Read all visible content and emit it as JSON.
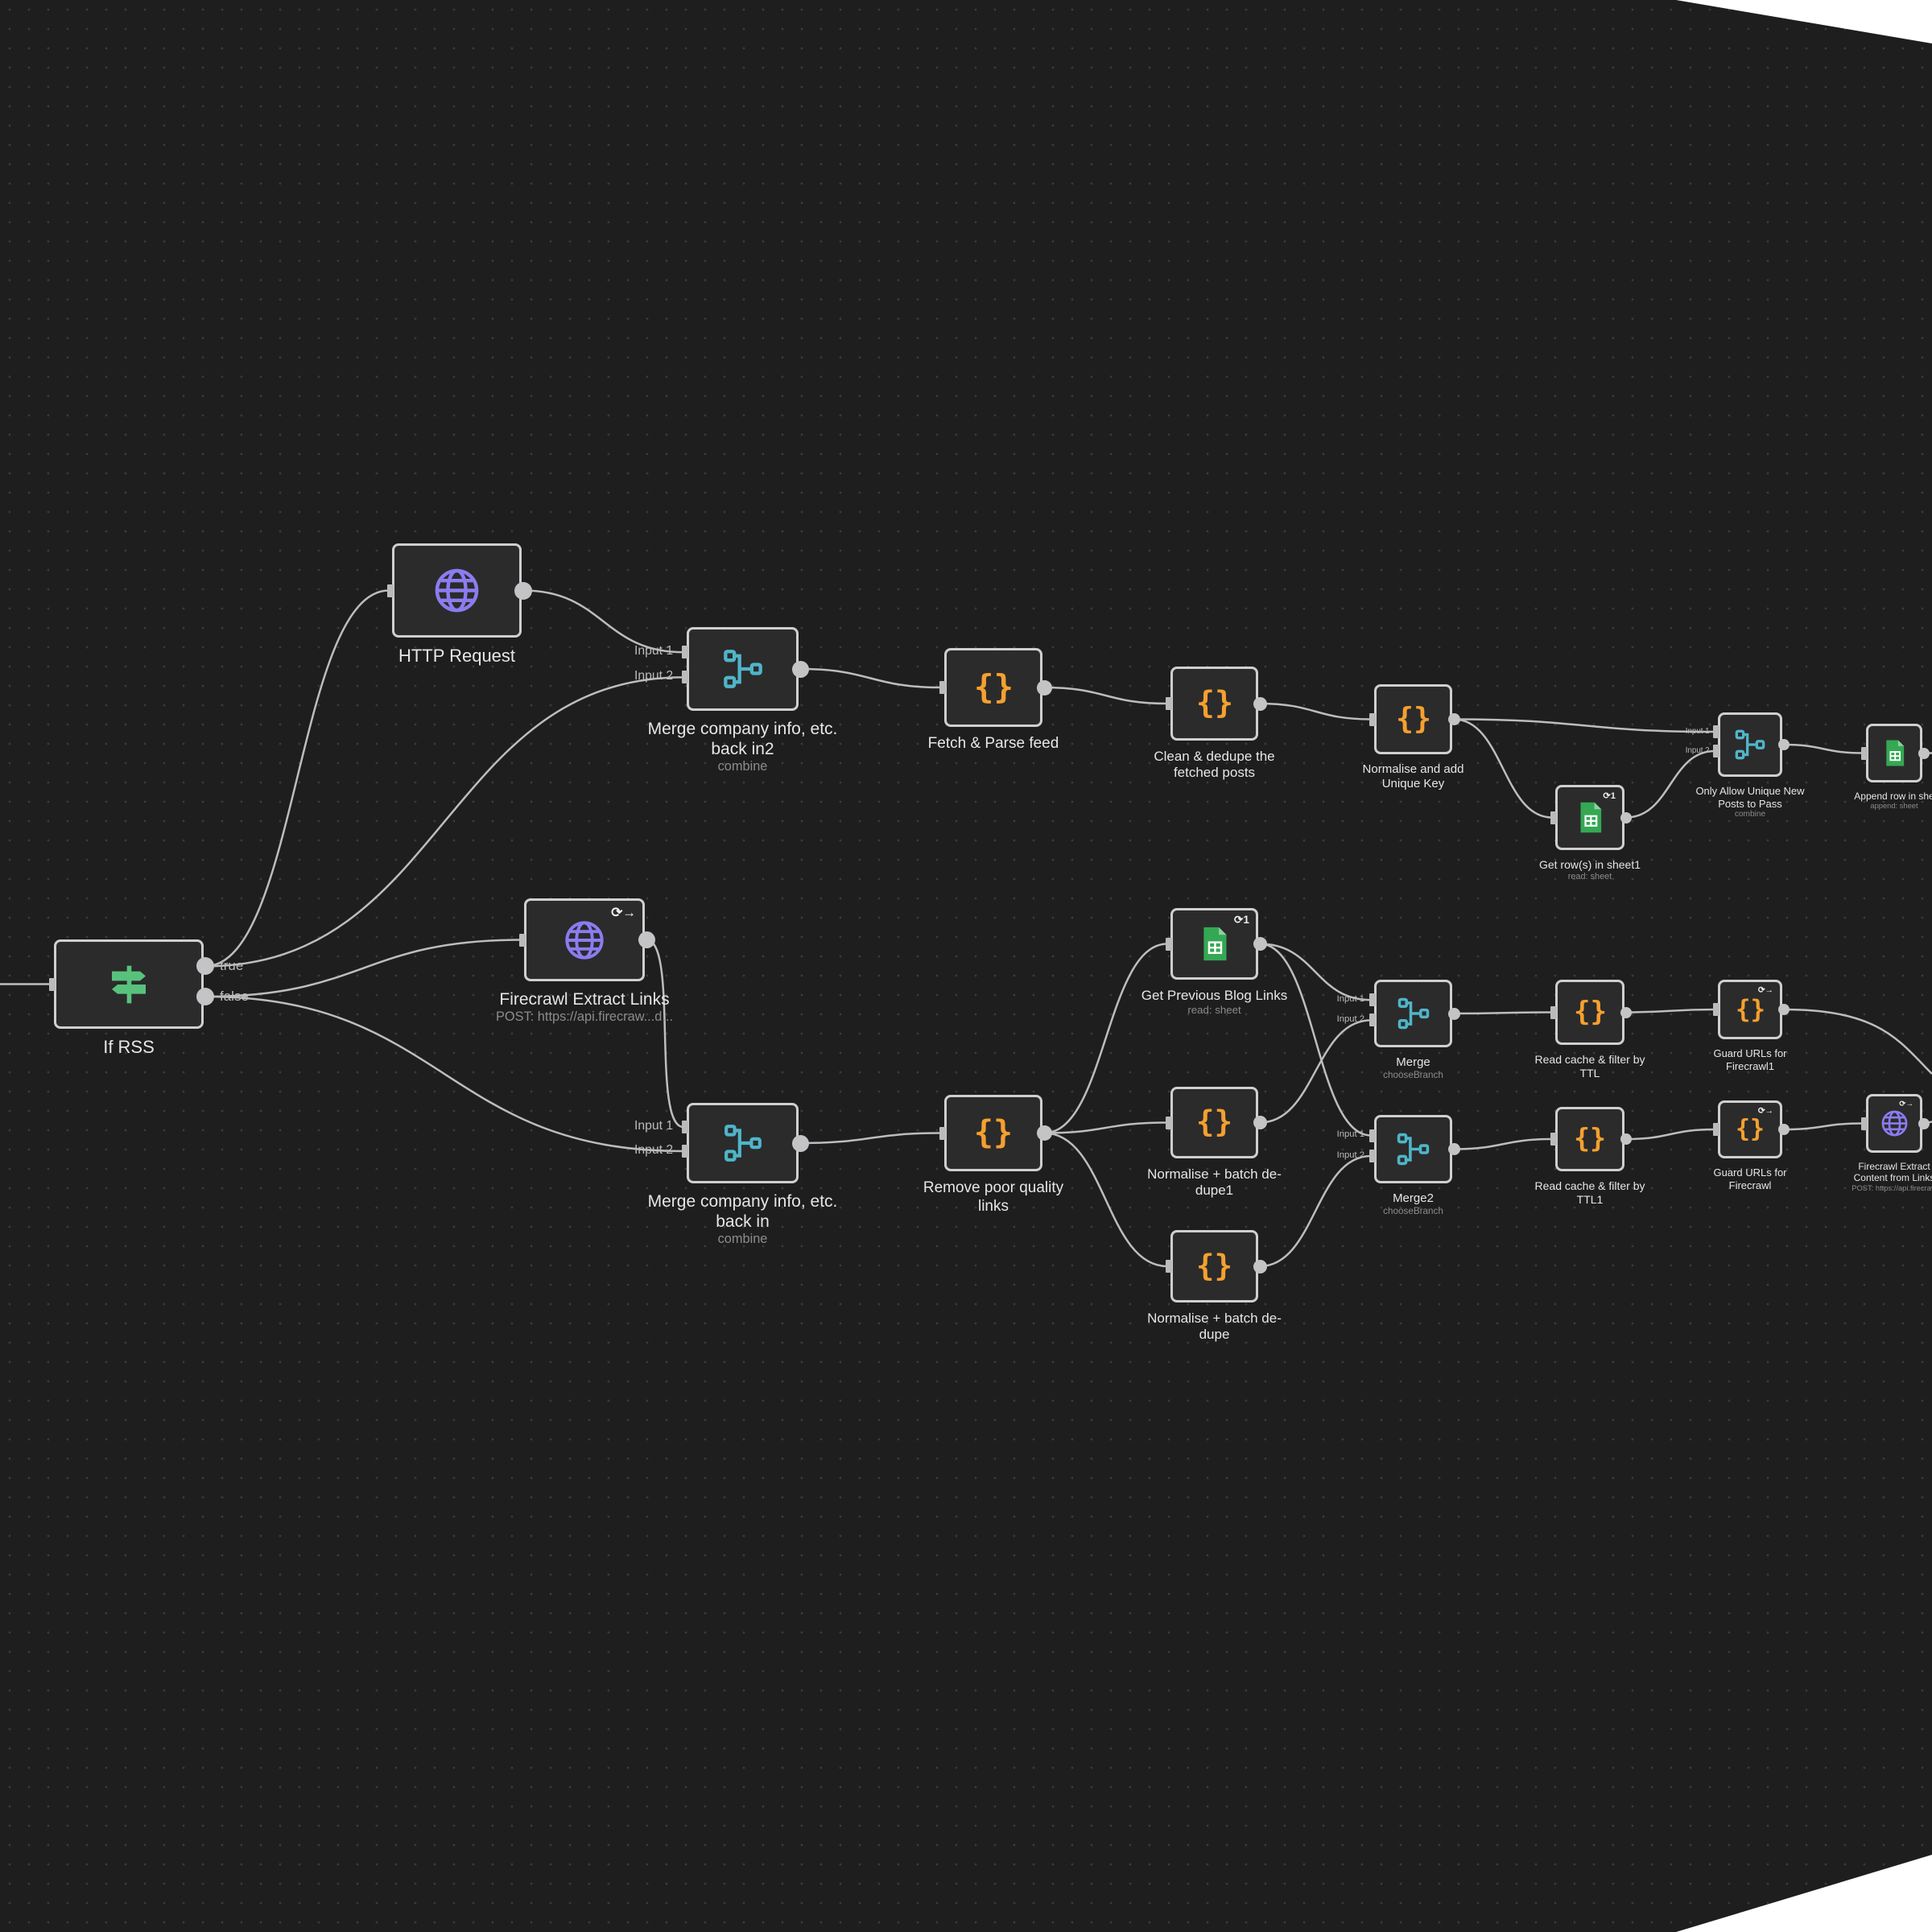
{
  "nodes": [
    {
      "id": "ifrss",
      "label": "If RSS",
      "icon": "signpost-icon",
      "outputs": [
        "true",
        "false"
      ]
    },
    {
      "id": "http",
      "label": "HTTP Request",
      "icon": "globe-icon"
    },
    {
      "id": "fclinks",
      "label": "Firecrawl Extract Links",
      "subtitle": "POST: https://api.firecraw...d...",
      "icon": "globe-icon",
      "badge": "⟳→"
    },
    {
      "id": "merge_in2",
      "label": "Merge company info, etc. back in2",
      "subtitle": "combine",
      "icon": "merge-icon",
      "inputs": [
        "Input 1",
        "Input 2"
      ]
    },
    {
      "id": "merge_in",
      "label": "Merge company info, etc. back in",
      "subtitle": "combine",
      "icon": "merge-icon",
      "inputs": [
        "Input 1",
        "Input 2"
      ]
    },
    {
      "id": "fetch",
      "label": "Fetch & Parse feed",
      "icon": "code-icon"
    },
    {
      "id": "remove",
      "label": "Remove poor quality links",
      "icon": "code-icon"
    },
    {
      "id": "clean",
      "label": "Clean & dedupe the fetched posts",
      "icon": "code-icon"
    },
    {
      "id": "getprev",
      "label": "Get Previous Blog Links",
      "subtitle": "read: sheet",
      "icon": "sheet-icon",
      "badge": "⟳1"
    },
    {
      "id": "norm1",
      "label": "Normalise + batch de-dupe1",
      "icon": "code-icon"
    },
    {
      "id": "norm",
      "label": "Normalise + batch de-dupe",
      "icon": "code-icon"
    },
    {
      "id": "normkey",
      "label": "Normalise and add Unique Key",
      "icon": "code-icon"
    },
    {
      "id": "getrows",
      "label": "Get row(s) in sheet1",
      "subtitle": "read: sheet",
      "icon": "sheet-icon",
      "badge": "⟳1"
    },
    {
      "id": "onlyallow",
      "label": "Only Allow Unique New Posts to Pass",
      "subtitle": "combine",
      "icon": "merge-icon",
      "inputs": [
        "Input 1",
        "Input 2"
      ]
    },
    {
      "id": "append",
      "label": "Append row in she",
      "subtitle": "append: sheet",
      "icon": "sheet-icon"
    },
    {
      "id": "merge",
      "label": "Merge",
      "subtitle": "chooseBranch",
      "icon": "merge-icon",
      "inputs": [
        "Input 1",
        "Input 2"
      ]
    },
    {
      "id": "merge2",
      "label": "Merge2",
      "subtitle": "chooseBranch",
      "icon": "merge-icon",
      "inputs": [
        "Input 1",
        "Input 2"
      ]
    },
    {
      "id": "readcache",
      "label": "Read cache & filter by TTL",
      "icon": "code-icon"
    },
    {
      "id": "readcache1",
      "label": "Read cache & filter by TTL1",
      "icon": "code-icon"
    },
    {
      "id": "guard1",
      "label": "Guard URLs for Firecrawl1",
      "icon": "code-icon",
      "badge": "⟳→"
    },
    {
      "id": "guard",
      "label": "Guard URLs for Firecrawl",
      "icon": "code-icon",
      "badge": "⟳→"
    },
    {
      "id": "fccontent",
      "label": "Firecrawl Extract Content from Links",
      "subtitle": "POST: https://api.firecraw",
      "icon": "globe-icon",
      "badge": "⟳→"
    }
  ],
  "colors": {
    "code": "#f5a030",
    "merge": "#4fb5c9",
    "globe": "#8b7cf0",
    "sheet": "#34a853",
    "if": "#58c27d",
    "background": "#1e1e1e"
  }
}
